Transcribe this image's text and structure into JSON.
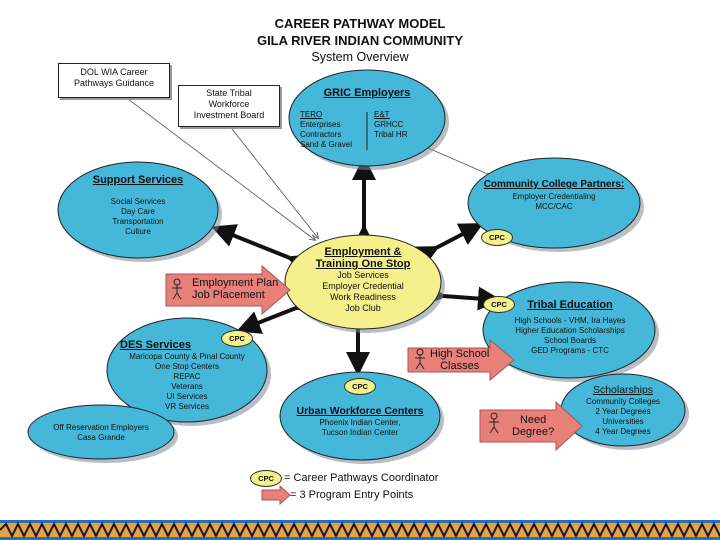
{
  "title": {
    "line1": "CAREER PATHWAY MODEL",
    "line2": "GILA RIVER INDIAN COMMUNITY",
    "line3": "System Overview"
  },
  "boxes": {
    "dol": {
      "line1": "DOL WIA Career",
      "line2": "Pathways Guidance"
    },
    "state": {
      "line1": "State Tribal",
      "line2": "Workforce",
      "line3": "Investment Board"
    }
  },
  "nodes": {
    "employers": {
      "heading": "GRIC Employers",
      "left_head": "TERO",
      "left_items": [
        "Enterprises",
        "Contractors",
        "Sand & Gravel"
      ],
      "right_head": "E&T",
      "right_items": [
        "GRHCC",
        "Tribal HR"
      ]
    },
    "support": {
      "heading": "Support Services",
      "items": [
        "Social Services",
        "Day Care",
        "Transportation",
        "Culture"
      ]
    },
    "college": {
      "heading": "Community College Partners:",
      "items": [
        "Employer Credentialing",
        "MCC/CAC"
      ]
    },
    "center": {
      "heading1": "Employment &",
      "heading2": "Training One Stop",
      "items": [
        "Job Services",
        "Employer Credential",
        "Work Readiness",
        "Job Club"
      ]
    },
    "tribal": {
      "heading": "Tribal Education",
      "items": [
        "High Schools - VHM, Ira Hayes",
        "Higher Education Scholarships",
        "School Boards",
        "GED Programs - CTC"
      ]
    },
    "des": {
      "heading": "DES Services",
      "items": [
        "Maricopa County & Pinal County",
        "One Stop Centers",
        "REPAC",
        "Veterans",
        "UI Services",
        "VR Services"
      ]
    },
    "urban": {
      "heading": "Urban Workforce Centers",
      "items": [
        "Phoenix Indian Center,",
        "Tucson Indian Center"
      ]
    },
    "offres": {
      "items": [
        "Off Reservation Employers",
        "Casa Grande"
      ]
    },
    "scholar": {
      "heading": "Scholarships",
      "items": [
        "Community Colleges",
        "2 Year Degrees",
        "Universities",
        "4 Year Degrees"
      ]
    }
  },
  "cpc_label": "CPC",
  "entry_arrows": {
    "employment": {
      "line1": "Employment Plan",
      "line2": "Job Placement"
    },
    "highschool": {
      "line1": "High School",
      "line2": "Classes"
    },
    "degree": {
      "line1": "Need",
      "line2": "Degree?"
    }
  },
  "legend": {
    "cpc_text": "= Career Pathways Coordinator",
    "arrow_text": "= 3 Program Entry Points"
  },
  "colors": {
    "node_fill": "#45b8da",
    "center_fill": "#f5f08c",
    "cpc_fill": "#f4f08a",
    "entry_arrow": "#e8807a"
  }
}
